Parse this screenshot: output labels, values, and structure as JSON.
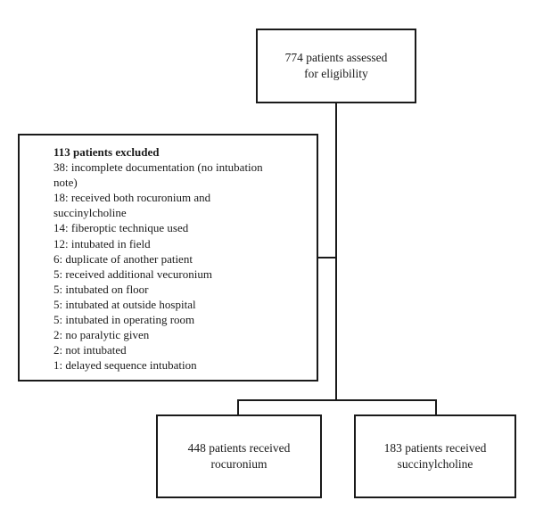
{
  "assessed": {
    "line1": "774 patients assessed",
    "line2": "for eligibility"
  },
  "excluded": {
    "title": "113 patients excluded",
    "items": [
      "38: incomplete documentation (no intubation",
      "note)",
      "18: received both rocuronium and",
      "succinylcholine",
      "14: fiberoptic technique used",
      "12: intubated in field",
      "6: duplicate of another patient",
      "5: received additional vecuronium",
      "5: intubated on floor",
      "5: intubated at outside hospital",
      "5: intubated in operating room",
      "2: no paralytic given",
      "2: not intubated",
      "1: delayed sequence intubation"
    ]
  },
  "rocuronium": {
    "line1": "448 patients received",
    "line2": "rocuronium"
  },
  "succinylcholine": {
    "line1": "183 patients received",
    "line2": "succinylcholine"
  }
}
